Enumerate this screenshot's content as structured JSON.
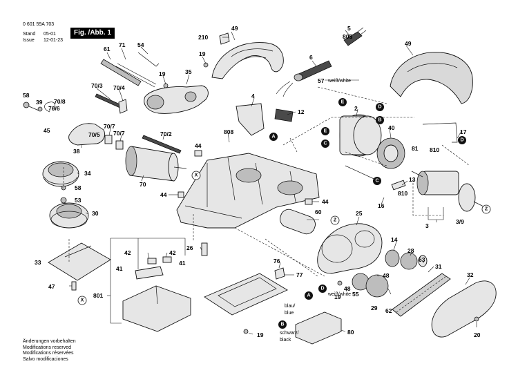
{
  "header": {
    "doc_number": "0 601 59A 703",
    "stand_label": "Stand",
    "stand_value": "05-01",
    "issue_label": "Issue",
    "issue_value": "12-01-23",
    "title": "Fig. /Abb. 1"
  },
  "footer_notes": [
    "Änderungen vorbehalten",
    "Modifications reserved",
    "Modifications réservées",
    "Salvo modificaciones"
  ],
  "wire_labels": {
    "white_de_en": "weiß/white",
    "blue_de": "blau/",
    "blue_en": "blue",
    "black_de": "schwarz/",
    "black_en": "black"
  },
  "part_labels": [
    {
      "id": "p49a",
      "text": "49"
    },
    {
      "id": "p210",
      "text": "210"
    },
    {
      "id": "p5",
      "text": "5"
    },
    {
      "id": "p805",
      "text": "805"
    },
    {
      "id": "p49b",
      "text": "49"
    },
    {
      "id": "p6",
      "text": "6"
    },
    {
      "id": "p19a",
      "text": "19"
    },
    {
      "id": "p61",
      "text": "61"
    },
    {
      "id": "p71",
      "text": "71"
    },
    {
      "id": "p54",
      "text": "54"
    },
    {
      "id": "p19b",
      "text": "19"
    },
    {
      "id": "p35",
      "text": "35"
    },
    {
      "id": "p57",
      "text": "57"
    },
    {
      "id": "p58a",
      "text": "58"
    },
    {
      "id": "p39",
      "text": "39"
    },
    {
      "id": "p70_8",
      "text": "70/8"
    },
    {
      "id": "p70_6",
      "text": "70/6"
    },
    {
      "id": "p70_3",
      "text": "70/3"
    },
    {
      "id": "p70_4",
      "text": "70/4"
    },
    {
      "id": "p45",
      "text": "45"
    },
    {
      "id": "p4",
      "text": "4"
    },
    {
      "id": "p12",
      "text": "12"
    },
    {
      "id": "p2",
      "text": "2"
    },
    {
      "id": "p40",
      "text": "40"
    },
    {
      "id": "p17",
      "text": "17"
    },
    {
      "id": "p70_7a",
      "text": "70/7"
    },
    {
      "id": "p70_7b",
      "text": "70/7"
    },
    {
      "id": "p70_5",
      "text": "70/5"
    },
    {
      "id": "p38",
      "text": "38"
    },
    {
      "id": "p70_2",
      "text": "70/2"
    },
    {
      "id": "p808",
      "text": "808"
    },
    {
      "id": "p44a",
      "text": "44"
    },
    {
      "id": "p81",
      "text": "81"
    },
    {
      "id": "p810a",
      "text": "810"
    },
    {
      "id": "p34",
      "text": "34"
    },
    {
      "id": "p70",
      "text": "70"
    },
    {
      "id": "p44b",
      "text": "44"
    },
    {
      "id": "p13",
      "text": "13"
    },
    {
      "id": "p810b",
      "text": "810"
    },
    {
      "id": "p58b",
      "text": "58"
    },
    {
      "id": "p53",
      "text": "53"
    },
    {
      "id": "p44c",
      "text": "44"
    },
    {
      "id": "p16",
      "text": "16"
    },
    {
      "id": "p25",
      "text": "25"
    },
    {
      "id": "p30",
      "text": "30"
    },
    {
      "id": "p60",
      "text": "60"
    },
    {
      "id": "p3_9",
      "text": "3/9"
    },
    {
      "id": "p3",
      "text": "3"
    },
    {
      "id": "p42a",
      "text": "42"
    },
    {
      "id": "p42b",
      "text": "42"
    },
    {
      "id": "p26",
      "text": "26"
    },
    {
      "id": "p14",
      "text": "14"
    },
    {
      "id": "p28",
      "text": "28"
    },
    {
      "id": "p33",
      "text": "33"
    },
    {
      "id": "p41a",
      "text": "41"
    },
    {
      "id": "p41b",
      "text": "41"
    },
    {
      "id": "p76",
      "text": "76"
    },
    {
      "id": "p63",
      "text": "63"
    },
    {
      "id": "p77",
      "text": "77"
    },
    {
      "id": "p31",
      "text": "31"
    },
    {
      "id": "p48a",
      "text": "48"
    },
    {
      "id": "p32",
      "text": "32"
    },
    {
      "id": "p47",
      "text": "47"
    },
    {
      "id": "p19c",
      "text": "19"
    },
    {
      "id": "p48b",
      "text": "48"
    },
    {
      "id": "p55",
      "text": "55"
    },
    {
      "id": "p29",
      "text": "29"
    },
    {
      "id": "p62",
      "text": "62"
    },
    {
      "id": "p801",
      "text": "801"
    },
    {
      "id": "p80",
      "text": "80"
    },
    {
      "id": "p19d",
      "text": "19"
    },
    {
      "id": "p20",
      "text": "20"
    }
  ],
  "connector_markers": [
    {
      "id": "m_e1",
      "text": "E"
    },
    {
      "id": "m_a1",
      "text": "A"
    },
    {
      "id": "m_d1",
      "text": "D"
    },
    {
      "id": "m_b1",
      "text": "B"
    },
    {
      "id": "m_e2",
      "text": "E"
    },
    {
      "id": "m_c1",
      "text": "C"
    },
    {
      "id": "m_d2",
      "text": "D"
    },
    {
      "id": "m_c2",
      "text": "C"
    },
    {
      "id": "m_a2",
      "text": "A"
    },
    {
      "id": "m_d3",
      "text": "D"
    },
    {
      "id": "m_b2",
      "text": "B"
    }
  ],
  "axis_markers": [
    {
      "id": "x1",
      "text": "X"
    },
    {
      "id": "x2",
      "text": "X"
    },
    {
      "id": "z1",
      "text": "Z"
    },
    {
      "id": "z2",
      "text": "Z"
    }
  ]
}
